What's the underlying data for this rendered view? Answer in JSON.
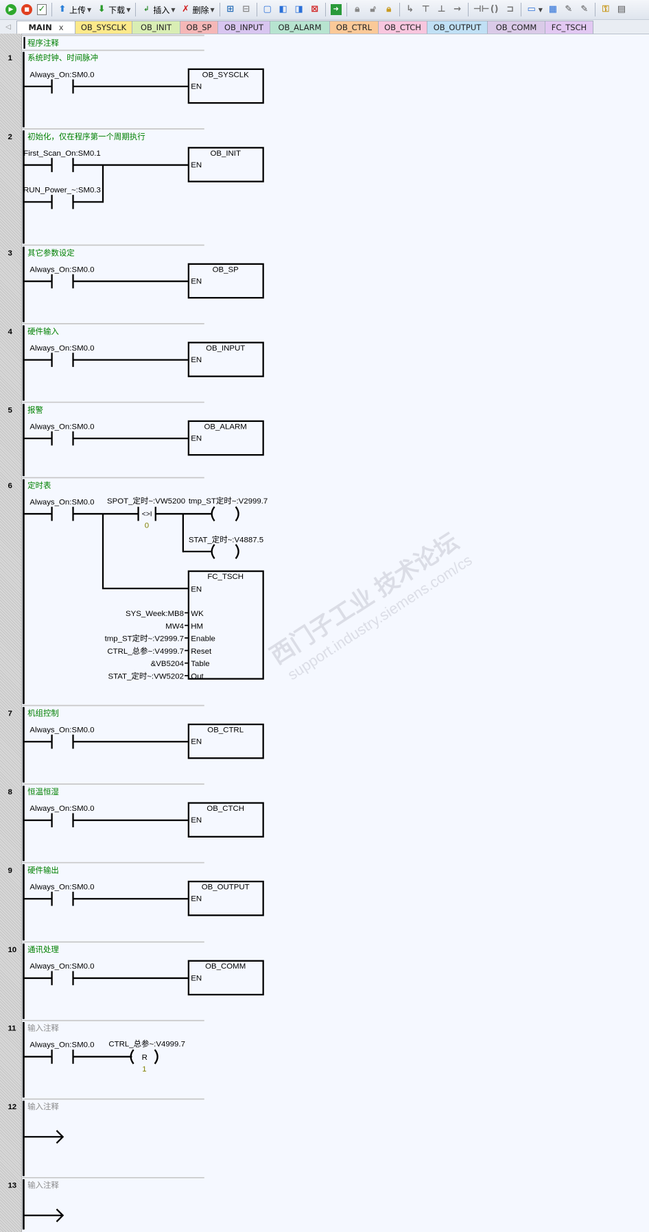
{
  "toolbar": {
    "run": "run-icon",
    "stop": "stop-icon",
    "compile": "compile-icon",
    "upload_label": "上传",
    "download_label": "下载",
    "insert_label": "插入",
    "delete_label": "删除"
  },
  "tabs": [
    {
      "label": "MAIN",
      "color": "#ffffff",
      "active": true,
      "close": "x"
    },
    {
      "label": "OB_SYSCLK",
      "color": "#fde98a"
    },
    {
      "label": "OB_INIT",
      "color": "#d9eeb4"
    },
    {
      "label": "OB_SP",
      "color": "#f5b7b7"
    },
    {
      "label": "OB_INPUT",
      "color": "#d8c5f0"
    },
    {
      "label": "OB_ALARM",
      "color": "#b7e4d0"
    },
    {
      "label": "OB_CTRL",
      "color": "#fbc998"
    },
    {
      "label": "OB_CTCH",
      "color": "#f8c6de"
    },
    {
      "label": "OB_OUTPUT",
      "color": "#c0e0f5"
    },
    {
      "label": "OB_COMM",
      "color": "#dacae8"
    },
    {
      "label": "FC_TSCH",
      "color": "#e2c8f2"
    }
  ],
  "program_comment": "程序注释",
  "colors": {
    "comment": "#008000",
    "placeholder": "#8c8c8c",
    "value": "#808000",
    "bg": "#f5f8ff"
  },
  "networks": [
    {
      "number": "1",
      "comment": "系统时钟、时间脉冲",
      "contacts": [
        "Always_On:SM0.0"
      ],
      "box": {
        "title": "OB_SYSCLK",
        "en": "EN"
      }
    },
    {
      "number": "2",
      "comment": "初始化，仅在程序第一个周期执行",
      "contacts": [
        "First_Scan_On:SM0.1",
        "RUN_Power_~:SM0.3"
      ],
      "box": {
        "title": "OB_INIT",
        "en": "EN"
      }
    },
    {
      "number": "3",
      "comment": "其它参数设定",
      "contacts": [
        "Always_On:SM0.0"
      ],
      "box": {
        "title": "OB_SP",
        "en": "EN"
      }
    },
    {
      "number": "4",
      "comment": "硬件输入",
      "contacts": [
        "Always_On:SM0.0"
      ],
      "box": {
        "title": "OB_INPUT",
        "en": "EN"
      }
    },
    {
      "number": "5",
      "comment": "报警",
      "contacts": [
        "Always_On:SM0.0"
      ],
      "box": {
        "title": "OB_ALARM",
        "en": "EN"
      }
    },
    {
      "number": "6",
      "comment": "定时表",
      "contacts": [
        "Always_On:SM0.0"
      ],
      "compare": {
        "label": "SPOT_定时~:VW5200",
        "op": "<>I",
        "value": "0"
      },
      "coils": [
        {
          "label": "tmp_ST定时~:V2999.7"
        },
        {
          "label": "STAT_定时~:V4887.5"
        }
      ],
      "box": {
        "title": "FC_TSCH",
        "en": "EN",
        "params": [
          {
            "name": "WK",
            "value": "SYS_Week:MB8"
          },
          {
            "name": "HM",
            "value": "MW4"
          },
          {
            "name": "Enable",
            "value": "tmp_ST定时~:V2999.7"
          },
          {
            "name": "Reset",
            "value": "CTRL_总参~:V4999.7"
          },
          {
            "name": "Table",
            "value": "&VB5204"
          },
          {
            "name": "Out",
            "value": "STAT_定时~:VW5202"
          }
        ]
      }
    },
    {
      "number": "7",
      "comment": "机组控制",
      "contacts": [
        "Always_On:SM0.0"
      ],
      "box": {
        "title": "OB_CTRL",
        "en": "EN"
      }
    },
    {
      "number": "8",
      "comment": "恒温恒湿",
      "contacts": [
        "Always_On:SM0.0"
      ],
      "box": {
        "title": "OB_CTCH",
        "en": "EN"
      }
    },
    {
      "number": "9",
      "comment": "硬件输出",
      "contacts": [
        "Always_On:SM0.0"
      ],
      "box": {
        "title": "OB_OUTPUT",
        "en": "EN"
      }
    },
    {
      "number": "10",
      "comment": "通讯处理",
      "contacts": [
        "Always_On:SM0.0"
      ],
      "box": {
        "title": "OB_COMM",
        "en": "EN"
      }
    },
    {
      "number": "11",
      "comment": "输入注释",
      "placeholder": true,
      "contacts": [
        "Always_On:SM0.0"
      ],
      "reset_coil": {
        "label": "CTRL_总参~:V4999.7",
        "op": "R",
        "value": "1"
      }
    },
    {
      "number": "12",
      "comment": "输入注释",
      "placeholder": true,
      "contacts": []
    },
    {
      "number": "13",
      "comment": "输入注释",
      "placeholder": true,
      "contacts": []
    }
  ],
  "watermark": {
    "line1": "西门子工业  技术论坛",
    "line2": "support.industry.siemens.com/cs"
  }
}
